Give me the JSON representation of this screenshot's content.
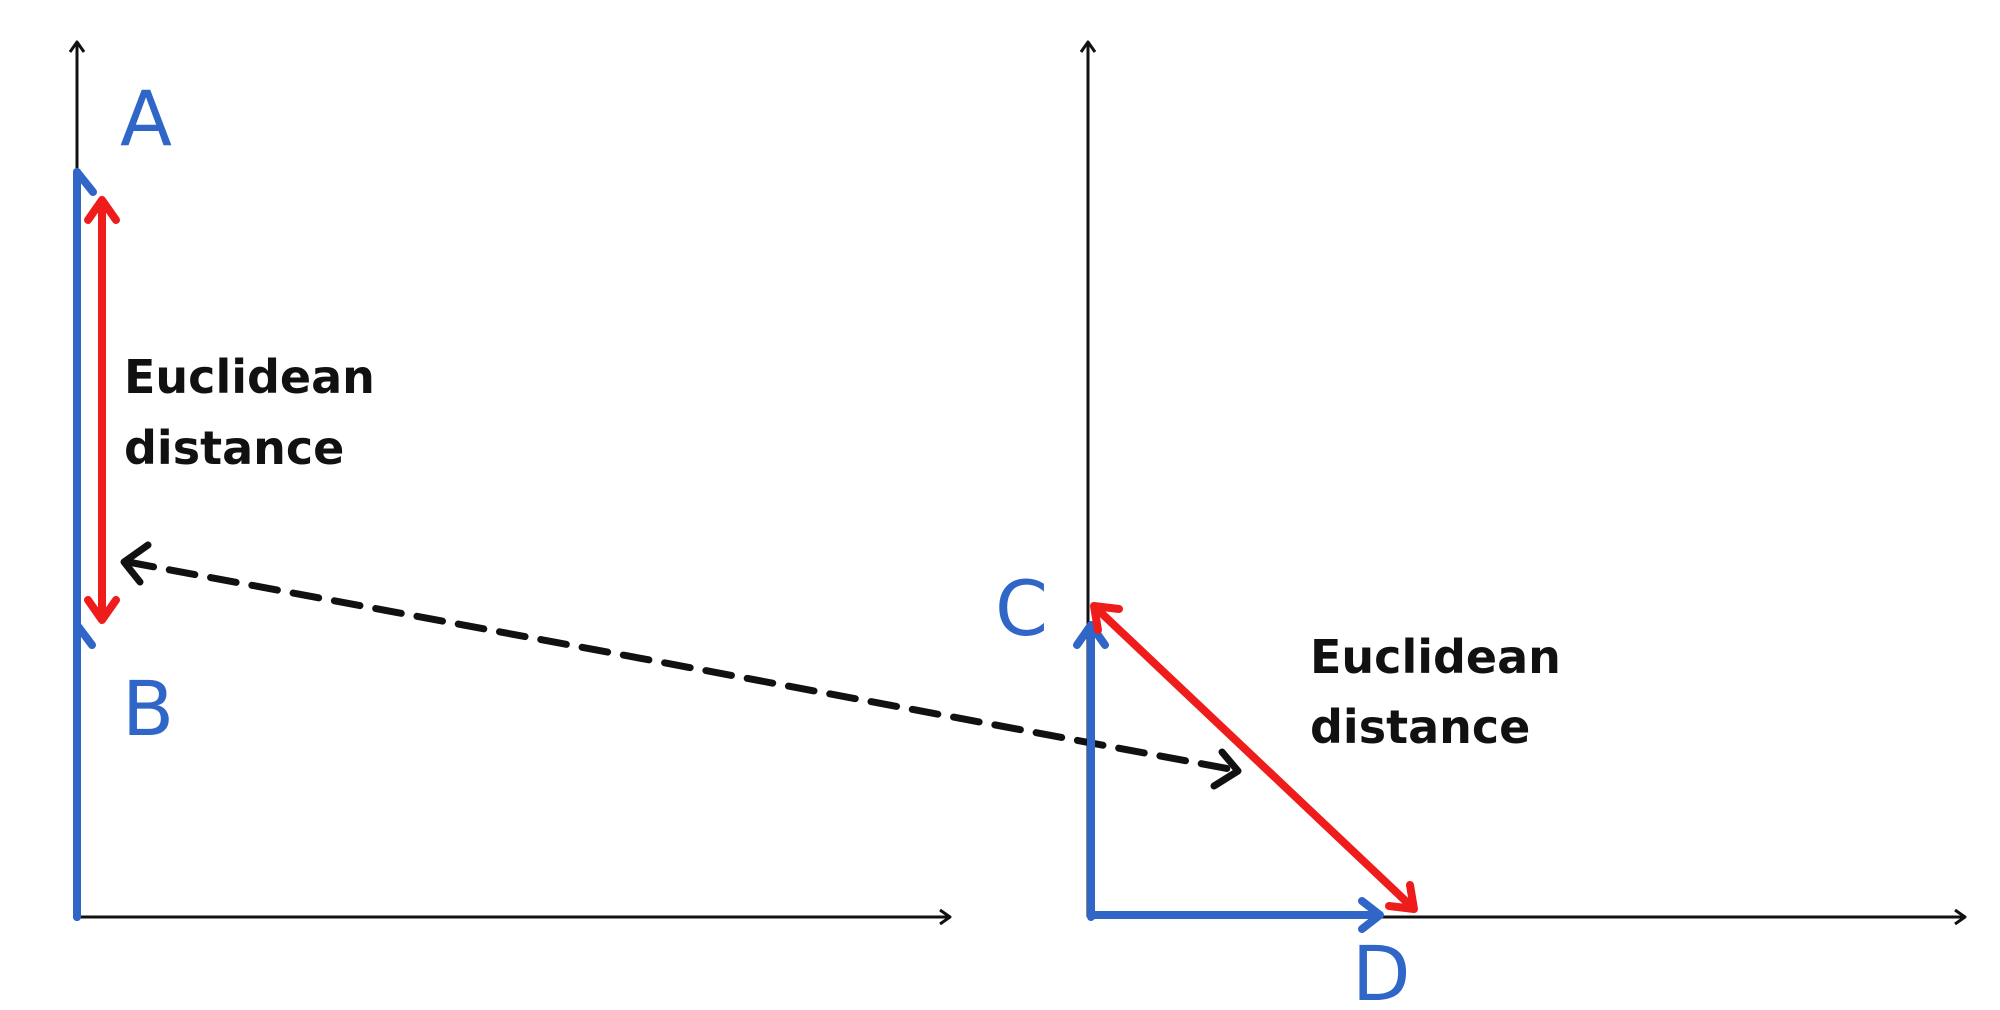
{
  "colors": {
    "axis": "#111111",
    "vector": "#2f66c8",
    "distance": "#ef1c1c",
    "comparison": "#111111",
    "background": "#ffffff"
  },
  "left_panel": {
    "vector_labels": {
      "a": "A",
      "b": "B"
    },
    "distance_label": {
      "line1": "Euclidean",
      "line2": "distance"
    }
  },
  "right_panel": {
    "vector_labels": {
      "c": "C",
      "d": "D"
    },
    "distance_label": {
      "line1": "Euclidean",
      "line2": "distance"
    }
  }
}
